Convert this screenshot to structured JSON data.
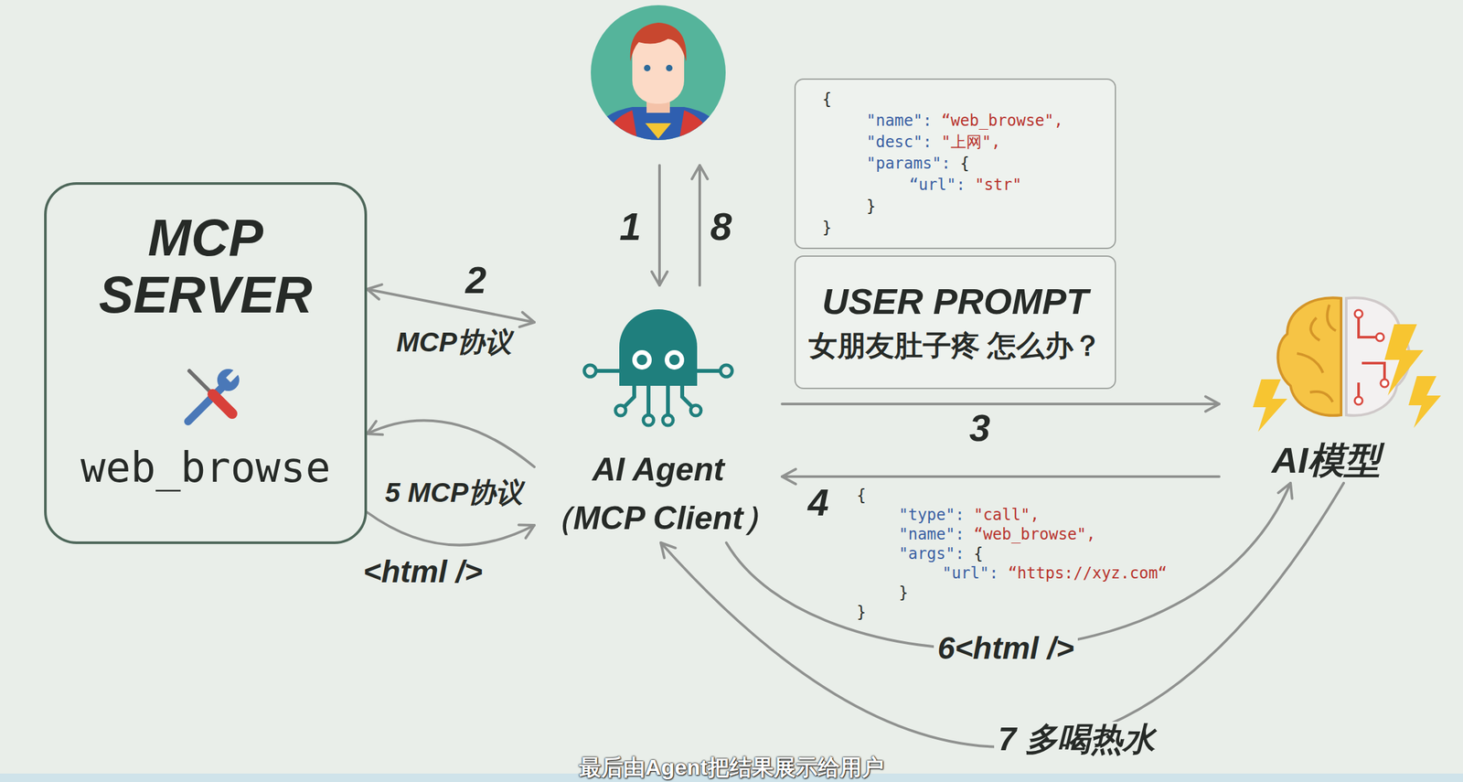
{
  "diagram": {
    "caption": "最后由Agent把结果展示给用户",
    "nodes": [
      {
        "text": [
          "MCP SERVER",
          "web_browse"
        ]
      },
      {
        "text": [
          "AI Agent",
          "（MCP Client）"
        ]
      },
      {
        "text": [
          "{",
          "\"name\": “web_browse\",",
          "\"desc\": \"上网\",",
          "\"params\": {",
          "“url\": \"str\"",
          "}",
          "}"
        ]
      },
      {
        "text": [
          "USER PROMPT",
          "女朋友肚子疼 怎么办？"
        ]
      },
      {
        "text": [
          "AI模型"
        ]
      }
    ],
    "edges": [
      {
        "from": 0,
        "to": 1,
        "label": "2",
        "arrow": "both"
      },
      {
        "from": 1,
        "to": 4,
        "label": "3",
        "arrow": "to"
      },
      {
        "from": 4,
        "to": 1,
        "label": "4",
        "arrow": "to"
      },
      {
        "from": 1,
        "to": 0,
        "label": "5 MCP协议",
        "arrow": "to"
      },
      {
        "from": 0,
        "to": 1,
        "label": "<html />",
        "arrow": "to"
      },
      {
        "from": 1,
        "to": 4,
        "label": "6<html />",
        "arrow": "to"
      },
      {
        "from": 4,
        "to": 1,
        "label": "7 多喝热水",
        "arrow": "to"
      }
    ],
    "labels": [
      "1",
      "8",
      "MCP协议",
      "{",
      "\"type\": \"call\",",
      "\"name\": “web_browse\",",
      "\"args\": {",
      "\"url\": “https://xyz.com“",
      "}",
      "}"
    ]
  }
}
